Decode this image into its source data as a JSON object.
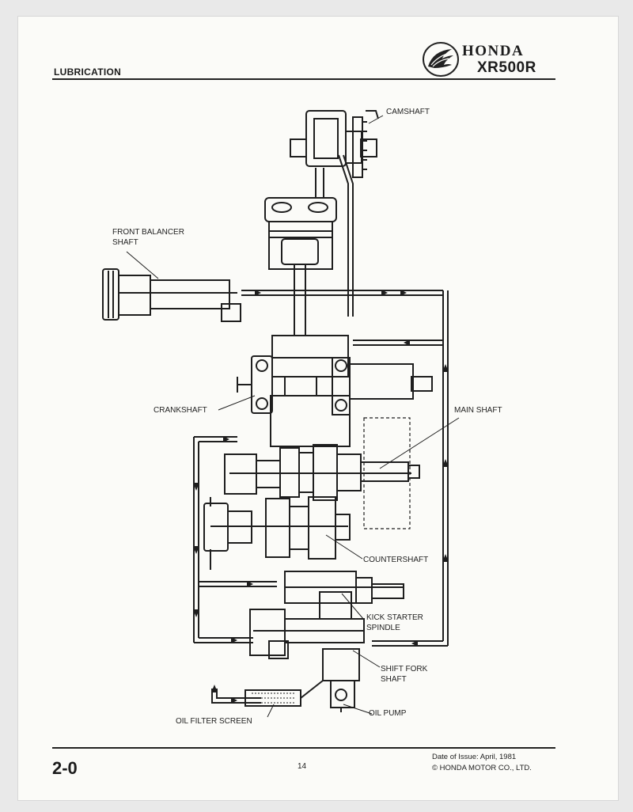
{
  "header": {
    "section_title": "LUBRICATION",
    "brand": "HONDA",
    "model": "XR500R"
  },
  "icons": {
    "logo": "honda-wing-logo"
  },
  "diagram": {
    "labels": {
      "camshaft": "CAMSHAFT",
      "front_balancer_1": "FRONT BALANCER",
      "front_balancer_2": "SHAFT",
      "crankshaft": "CRANKSHAFT",
      "main_shaft": "MAIN SHAFT",
      "countershaft": "COUNTERSHAFT",
      "kick_starter_1": "KICK STARTER",
      "kick_starter_2": "SPINDLE",
      "shift_fork_1": "SHIFT FORK",
      "shift_fork_2": "SHAFT",
      "oil_pump": "OIL PUMP",
      "oil_filter": "OIL FILTER SCREEN"
    }
  },
  "footer": {
    "section_number": "2-0",
    "page_number": "14",
    "issue_date": "Date of Issue: April, 1981",
    "copyright": "© HONDA MOTOR CO., LTD."
  }
}
